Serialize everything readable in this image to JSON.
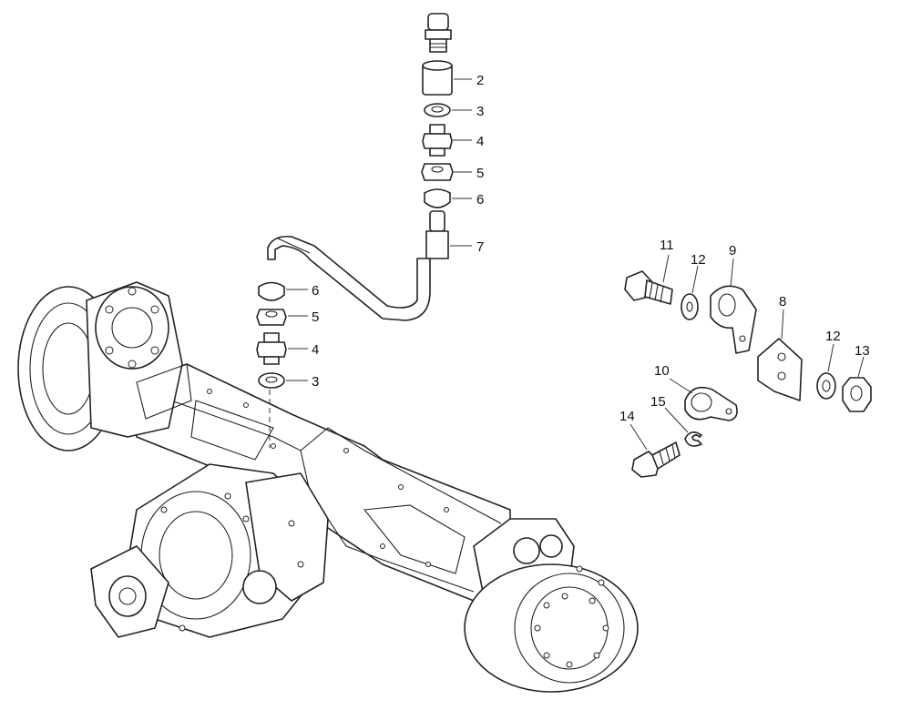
{
  "callouts": {
    "c2": "2",
    "c3a": "3",
    "c4a": "4",
    "c5a": "5",
    "c6a": "6",
    "c7": "7",
    "c6b": "6",
    "c5b": "5",
    "c4b": "4",
    "c3b": "3",
    "c11": "11",
    "c12a": "12",
    "c9": "9",
    "c8": "8",
    "c12b": "12",
    "c13": "13",
    "c10": "10",
    "c15": "15",
    "c14": "14"
  }
}
